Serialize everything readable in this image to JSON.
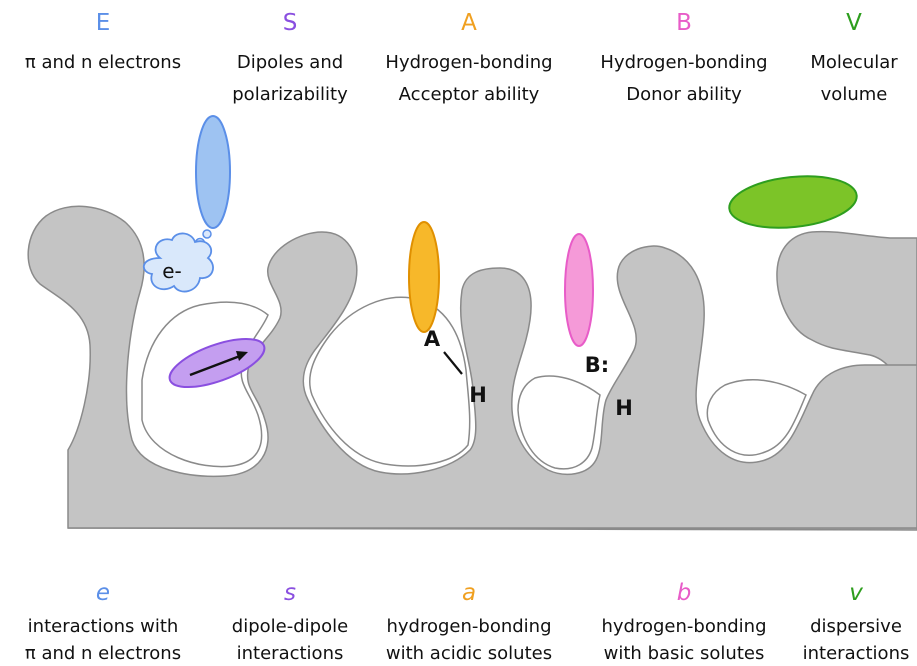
{
  "colors": {
    "E": "#5b8fe8",
    "S": "#8a4fe0",
    "A": "#f0a020",
    "B": "#e85cc8",
    "V": "#2e9e1e",
    "surface": "#c4c4c4",
    "surface_edge": "#8a8a8a"
  },
  "descriptors": [
    {
      "letter": "E",
      "lines": [
        "π and n electrons"
      ]
    },
    {
      "letter": "S",
      "lines": [
        "Dipoles and",
        "polarizability"
      ]
    },
    {
      "letter": "A",
      "lines": [
        "Hydrogen-bonding",
        "Acceptor ability"
      ]
    },
    {
      "letter": "B",
      "lines": [
        "Hydrogen-bonding",
        "Donor ability"
      ]
    },
    {
      "letter": "V",
      "lines": [
        "Molecular",
        "volume"
      ]
    }
  ],
  "system_constants": [
    {
      "letter": "e",
      "lines": [
        "interactions with",
        "π and n electrons"
      ]
    },
    {
      "letter": "s",
      "lines": [
        "dipole-dipole",
        "interactions"
      ]
    },
    {
      "letter": "a",
      "lines": [
        "hydrogen-bonding",
        "with acidic solutes"
      ]
    },
    {
      "letter": "b",
      "lines": [
        "hydrogen-bonding",
        "with basic solutes"
      ]
    },
    {
      "letter": "v",
      "lines": [
        "dispersive",
        "interactions"
      ]
    }
  ],
  "diagram_labels": {
    "electron": "e-",
    "acceptor_atom": "A",
    "acceptor_h": "H",
    "donor_atom": "B:",
    "donor_h": "H"
  }
}
